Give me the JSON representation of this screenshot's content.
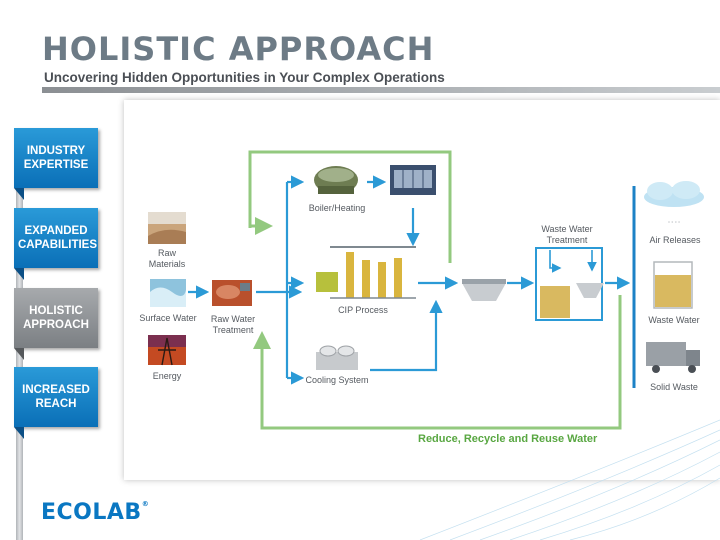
{
  "header": {
    "title": "HOLISTIC APPROACH",
    "subtitle": "Uncovering Hidden Opportunities in Your Complex Operations"
  },
  "nav": {
    "items": [
      {
        "label": "INDUSTRY EXPERTISE",
        "active": false
      },
      {
        "label": "EXPANDED CAPABILITIES",
        "active": false
      },
      {
        "label": "HOLISTIC APPROACH",
        "active": true
      },
      {
        "label": "INCREASED REACH",
        "active": false
      }
    ]
  },
  "diagram": {
    "inputs": {
      "raw_materials": "Raw\nMaterials",
      "surface_water": "Surface Water",
      "energy": "Energy"
    },
    "raw_water_treatment": "Raw Water\nTreatment",
    "processes": {
      "boiler": "Boiler/Heating",
      "cip": "CIP Process",
      "cooling": "Cooling System"
    },
    "waste_water_treatment": "Waste Water\nTreatment",
    "outputs": {
      "air": "Air Releases",
      "waste_water": "Waste Water",
      "solid_waste": "Solid Waste"
    },
    "reuse_loop": "Reduce, Recycle and Reuse Water"
  },
  "brand": {
    "logo": "ECOLAB",
    "mark": "®"
  },
  "colors": {
    "accent_blue": "#0a77c2",
    "flow_blue": "#2b9ad6",
    "loop_green": "#93c97f",
    "title_gray": "#6d7b86"
  }
}
